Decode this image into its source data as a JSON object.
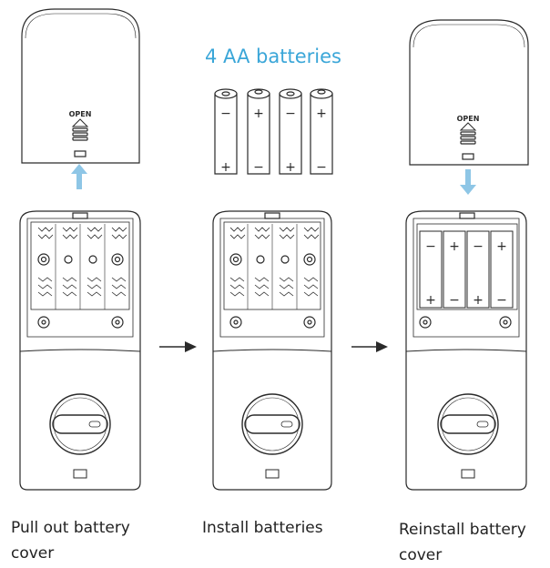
{
  "title": "4 AA batteries",
  "cover_label": "OPEN",
  "captions": {
    "step1": "Pull out battery cover",
    "step2": "Install batteries",
    "step3": "Reinstall battery cover"
  },
  "battery_signs": {
    "loose": [
      [
        "−",
        "+"
      ],
      [
        "+",
        "−"
      ],
      [
        "−",
        "+"
      ],
      [
        "+",
        "−"
      ]
    ],
    "installed": [
      [
        "−",
        "+"
      ],
      [
        "+",
        "−"
      ],
      [
        "−",
        "+"
      ],
      [
        "+",
        "−"
      ]
    ]
  },
  "colors": {
    "accent": "#3aa6d8",
    "line": "#2a2a2a",
    "arrow": "#8ec6e6"
  }
}
